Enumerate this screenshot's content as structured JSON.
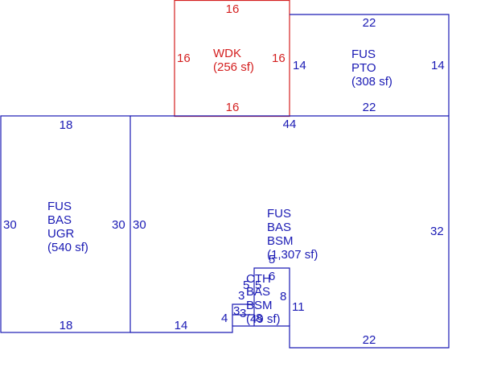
{
  "colors": {
    "primary": "#1a1ab4",
    "accent": "#d42020"
  },
  "areas": {
    "wdk": {
      "lines": [
        "WDK",
        "(256 sf)"
      ],
      "dims": {
        "top": "16",
        "bottom": "16",
        "left": "16",
        "right": "16"
      }
    },
    "pto": {
      "lines": [
        "FUS",
        "PTO",
        "(308 sf)"
      ],
      "dims": {
        "top": "22",
        "bottom": "22",
        "left": "14",
        "right": "14"
      }
    },
    "ugr": {
      "lines": [
        "FUS",
        "BAS",
        "UGR",
        "(540 sf)"
      ],
      "dims": {
        "top": "18",
        "bottom": "18",
        "left": "30",
        "right": "30"
      }
    },
    "bsm": {
      "lines": [
        "FUS",
        "BAS",
        "BSM",
        "(1,307 sf)"
      ],
      "dims": {
        "top": "44",
        "left": "30",
        "right": "32",
        "bottom": "22",
        "bottom_left": "14",
        "step_a": "4",
        "step_b": "11"
      }
    },
    "cth": {
      "lines": [
        "CTH",
        "BAS",
        "BSM",
        "(49 sf)"
      ],
      "dims": {
        "top": "5",
        "right": "8",
        "inner_a": "6",
        "inner_b": "5",
        "inner_c": "5",
        "left_a": "3",
        "left_b": "3",
        "left_c": "3",
        "bottom": "8"
      }
    }
  }
}
